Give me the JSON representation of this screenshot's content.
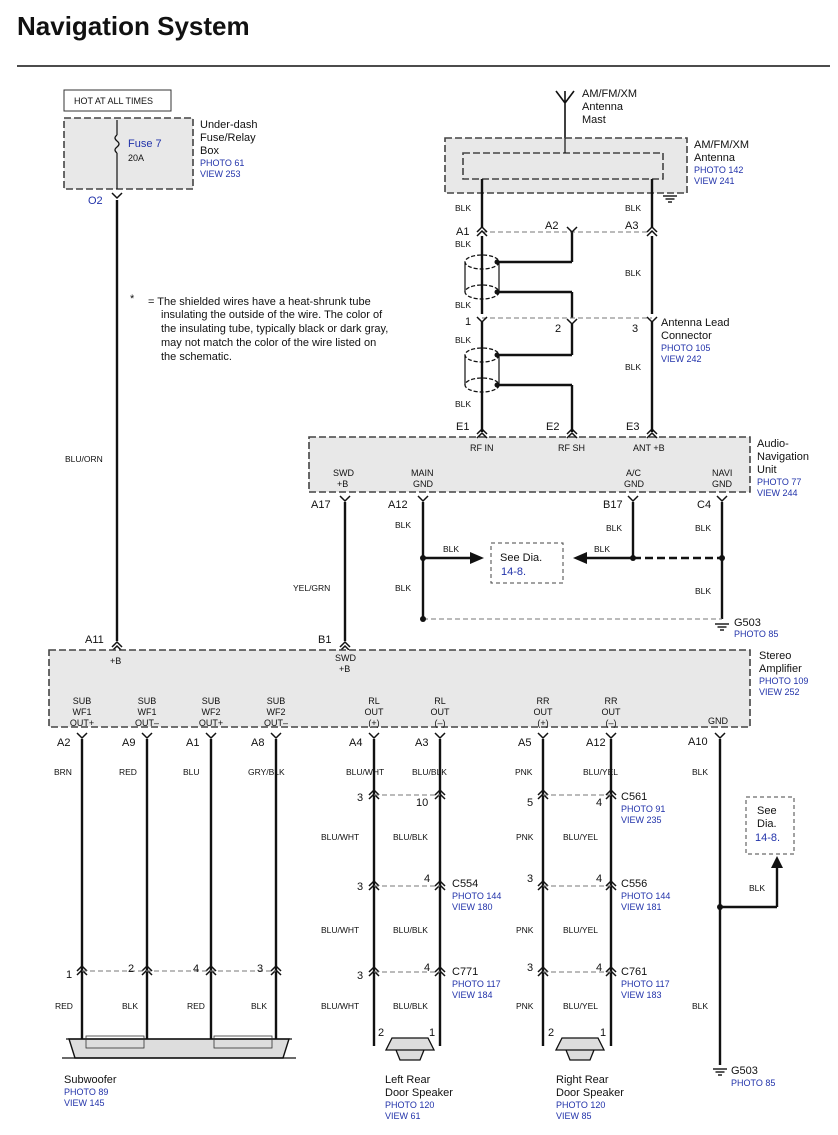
{
  "title": "Navigation System",
  "hot_label": "HOT AT ALL TIMES",
  "fusebox": {
    "label1": "Under-dash",
    "label2": "Fuse/Relay",
    "label3": "Box",
    "fuse": "Fuse 7",
    "amps": "20A",
    "photo": "PHOTO 61",
    "view": "VIEW 253",
    "pin": "O2",
    "wire": "BLU/ORN"
  },
  "note": {
    "star": "*",
    "l1": "=  The shielded wires have a heat-shrunk tube",
    "l2": "insulating the outside of the wire.  The color of",
    "l3": "the insulating tube, typically black or dark gray,",
    "l4": "may not match the color of the wire listed on",
    "l5": "the schematic."
  },
  "mast": {
    "l1": "AM/FM/XM",
    "l2": "Antenna",
    "l3": "Mast"
  },
  "antenna": {
    "l1": "AM/FM/XM",
    "l2": "Antenna",
    "photo": "PHOTO 142",
    "view": "VIEW 241"
  },
  "antconn": {
    "l1": "Antenna Lead",
    "l2": "Connector",
    "photo": "PHOTO 105",
    "view": "VIEW 242"
  },
  "ant_pins": {
    "a1": "A1",
    "a2": "A2",
    "a3": "A3",
    "p1": "1",
    "p2": "2",
    "p3": "3",
    "e1": "E1",
    "e2": "E2",
    "e3": "E3"
  },
  "blk": "BLK",
  "anu": {
    "l1": "Audio-",
    "l2": "Navigation",
    "l3": "Unit",
    "photo": "PHOTO 77",
    "view": "VIEW 244",
    "rfin": "RF IN",
    "rfsh": "RF SH",
    "antb": "ANT +B",
    "swd1": "SWD",
    "swd2": "+B",
    "mg1": "MAIN",
    "mg2": "GND",
    "ac1": "A/C",
    "ac2": "GND",
    "nv1": "NAVI",
    "nv2": "GND",
    "a17": "A17",
    "a12": "A12",
    "b17": "B17",
    "c4": "C4"
  },
  "seedia": {
    "l1": "See Dia.",
    "l2": "14-8.",
    "l3": "See",
    "l4": "Dia."
  },
  "ground": {
    "g": "G503",
    "photo": "PHOTO 85"
  },
  "ygw": "YEL/GRN",
  "amp": {
    "l1": "Stereo",
    "l2": "Amplifier",
    "photo": "PHOTO 109",
    "view": "VIEW 252",
    "a11": "A11",
    "b1": "B1",
    "plusb": "+B",
    "swd1": "SWD",
    "swd2": "+B",
    "gnd": "GND",
    "a10": "A10"
  },
  "amp_cols": [
    {
      "t1": "SUB",
      "t2": "WF1",
      "t3": "OUT+",
      "pin": "A2",
      "wire": "BRN"
    },
    {
      "t1": "SUB",
      "t2": "WF1",
      "t3": "OUT–",
      "pin": "A9",
      "wire": "RED"
    },
    {
      "t1": "SUB",
      "t2": "WF2",
      "t3": "OUT+",
      "pin": "A1",
      "wire": "BLU"
    },
    {
      "t1": "SUB",
      "t2": "WF2",
      "t3": "OUT–",
      "pin": "A8",
      "wire": "GRY/BLK"
    },
    {
      "t1": "RL",
      "t2": "OUT",
      "t3": "(+)",
      "pin": "A4",
      "wire": "BLU/WHT"
    },
    {
      "t1": "RL",
      "t2": "OUT",
      "t3": "(–)",
      "pin": "A3",
      "wire": "BLU/BLK"
    },
    {
      "t1": "RR",
      "t2": "OUT",
      "t3": "(+)",
      "pin": "A5",
      "wire": "PNK"
    },
    {
      "t1": "RR",
      "t2": "OUT",
      "t3": "(–)",
      "pin": "A12",
      "wire": "BLU/YEL"
    }
  ],
  "sub_pins": {
    "p1": "1",
    "p2": "2",
    "p4": "4",
    "p3": "3",
    "w1": "RED",
    "w2": "BLK",
    "w3": "RED",
    "w4": "BLK"
  },
  "c561": {
    "name": "C561",
    "photo": "PHOTO 91",
    "view": "VIEW 235"
  },
  "c554": {
    "name": "C554",
    "photo": "PHOTO 144",
    "view": "VIEW 180"
  },
  "c556": {
    "name": "C556",
    "photo": "PHOTO 144",
    "view": "VIEW 181"
  },
  "c771": {
    "name": "C771",
    "photo": "PHOTO 117",
    "view": "VIEW 184"
  },
  "c761": {
    "name": "C761",
    "photo": "PHOTO 117",
    "view": "VIEW 183"
  },
  "pins": {
    "three": "3",
    "ten": "10",
    "five": "5",
    "four": "4",
    "one": "1",
    "two": "2"
  },
  "wires": {
    "bw": "BLU/WHT",
    "bb": "BLU/BLK",
    "pnk": "PNK",
    "by": "BLU/YEL"
  },
  "sub": {
    "name": "Subwoofer",
    "photo": "PHOTO 89",
    "view": "VIEW 145"
  },
  "lrs": {
    "l1": "Left Rear",
    "l2": "Door Speaker",
    "photo": "PHOTO 120",
    "view": "VIEW 61"
  },
  "rrs": {
    "l1": "Right Rear",
    "l2": "Door Speaker",
    "photo": "PHOTO 120",
    "view": "VIEW 85"
  }
}
